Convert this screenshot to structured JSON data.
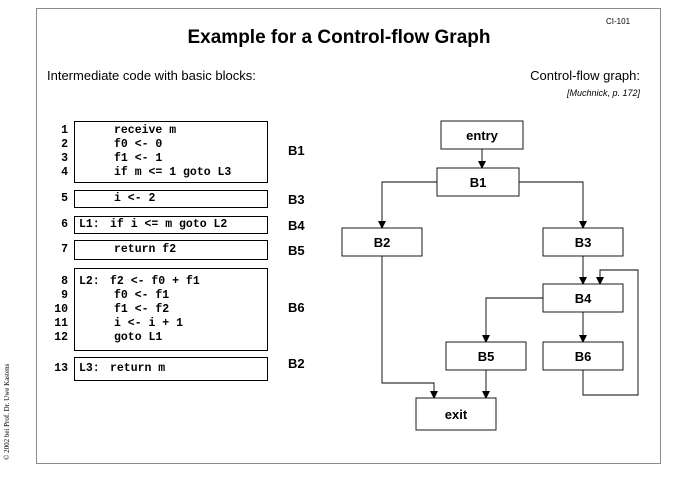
{
  "slide": {
    "id": "CI-101",
    "title": "Example for a Control-flow Graph",
    "left_heading": "Intermediate code with basic blocks:",
    "right_heading": "Control-flow graph:",
    "reference": "[Muchnick, p. 172]",
    "copyright": "© 2002 bei Prof. Dr. Uwe Kastens"
  },
  "code_blocks": [
    {
      "label": "B1",
      "lines": [
        {
          "n": "1",
          "prefix": "",
          "code": "receive m"
        },
        {
          "n": "2",
          "prefix": "",
          "code": "f0 <- 0"
        },
        {
          "n": "3",
          "prefix": "",
          "code": "f1 <- 1"
        },
        {
          "n": "4",
          "prefix": "",
          "code": "if m <= 1 goto L3"
        }
      ]
    },
    {
      "label": "B3",
      "lines": [
        {
          "n": "5",
          "prefix": "",
          "code": "i <- 2"
        }
      ]
    },
    {
      "label": "B4",
      "lines": [
        {
          "n": "6",
          "prefix": "L1:",
          "code": "if i <= m goto L2"
        }
      ]
    },
    {
      "label": "B5",
      "lines": [
        {
          "n": "7",
          "prefix": "",
          "code": "return f2"
        }
      ]
    },
    {
      "label": "B6",
      "lines": [
        {
          "n": "8",
          "prefix": "L2:",
          "code": "f2 <- f0 + f1"
        },
        {
          "n": "9",
          "prefix": "",
          "code": "f0 <- f1"
        },
        {
          "n": "10",
          "prefix": "",
          "code": "f1 <- f2"
        },
        {
          "n": "11",
          "prefix": "",
          "code": "i <- i + 1"
        },
        {
          "n": "12",
          "prefix": "",
          "code": "goto L1"
        }
      ]
    },
    {
      "label": "B2",
      "lines": [
        {
          "n": "13",
          "prefix": "L3:",
          "code": "return m"
        }
      ]
    }
  ],
  "graph": {
    "nodes": [
      {
        "id": "entry",
        "label": "entry"
      },
      {
        "id": "B1",
        "label": "B1"
      },
      {
        "id": "B2",
        "label": "B2"
      },
      {
        "id": "B3",
        "label": "B3"
      },
      {
        "id": "B4",
        "label": "B4"
      },
      {
        "id": "B5",
        "label": "B5"
      },
      {
        "id": "B6",
        "label": "B6"
      },
      {
        "id": "exit",
        "label": "exit"
      }
    ],
    "edges": [
      {
        "from": "entry",
        "to": "B1"
      },
      {
        "from": "B1",
        "to": "B2"
      },
      {
        "from": "B1",
        "to": "B3"
      },
      {
        "from": "B3",
        "to": "B4"
      },
      {
        "from": "B4",
        "to": "B5"
      },
      {
        "from": "B4",
        "to": "B6"
      },
      {
        "from": "B6",
        "to": "B4"
      },
      {
        "from": "B2",
        "to": "exit"
      },
      {
        "from": "B5",
        "to": "exit"
      }
    ]
  }
}
